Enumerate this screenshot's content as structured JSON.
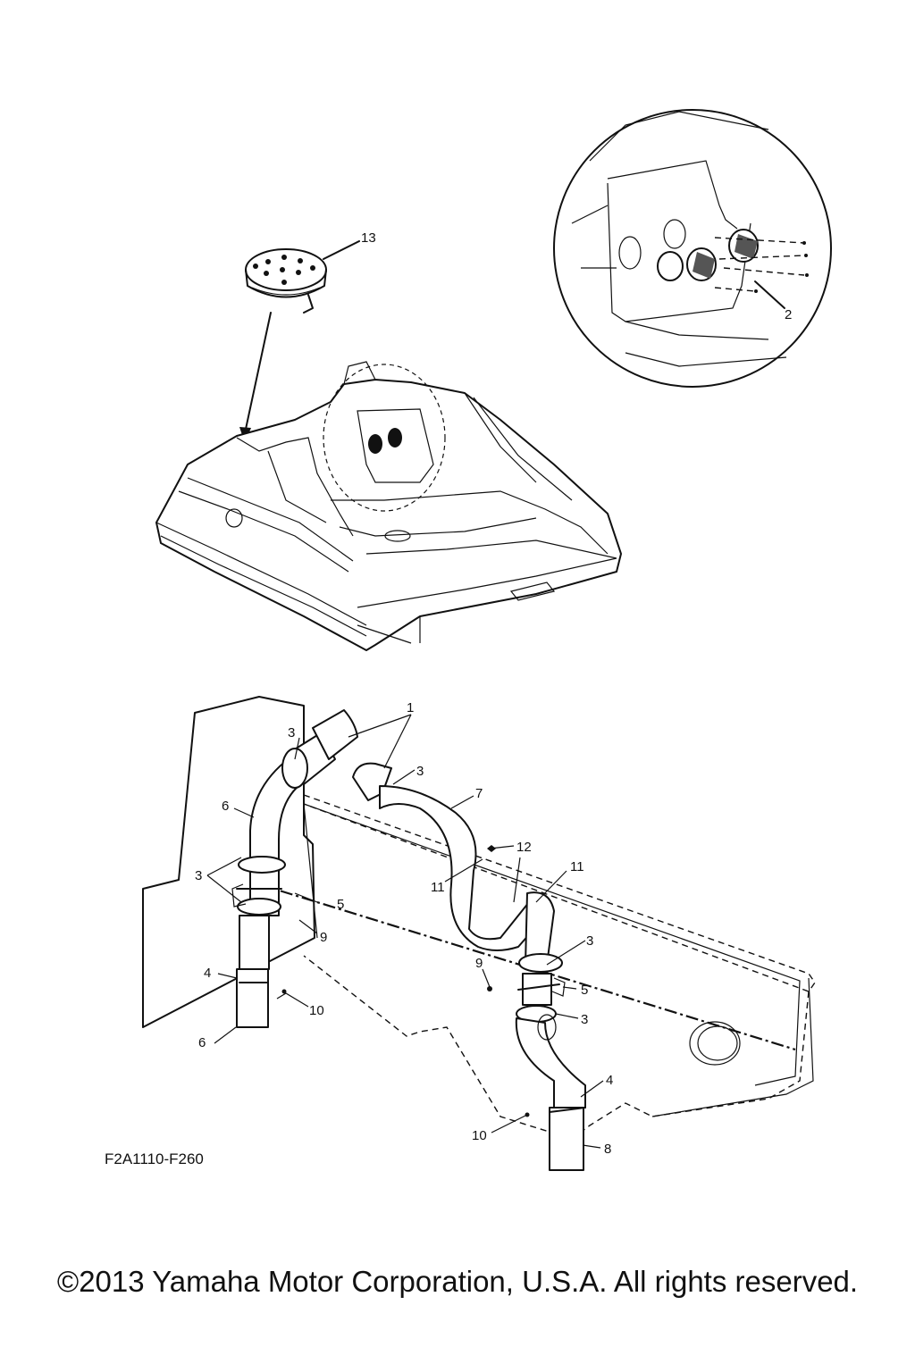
{
  "diagram_code": "F2A1110-F260",
  "copyright": "©2013 Yamaha Motor Corporation, U.S.A. All rights reserved.",
  "callouts": {
    "c1": "1",
    "c2": "2",
    "c3a": "3",
    "c3b": "3",
    "c3c": "3",
    "c3d": "3",
    "c3e": "3",
    "c4a": "4",
    "c4b": "4",
    "c5a": "5",
    "c5b": "5",
    "c6a": "6",
    "c6b": "6",
    "c7": "7",
    "c8": "8",
    "c9a": "9",
    "c9b": "9",
    "c10a": "10",
    "c10b": "10",
    "c11a": "11",
    "c11b": "11",
    "c12": "12",
    "c13": "13"
  }
}
